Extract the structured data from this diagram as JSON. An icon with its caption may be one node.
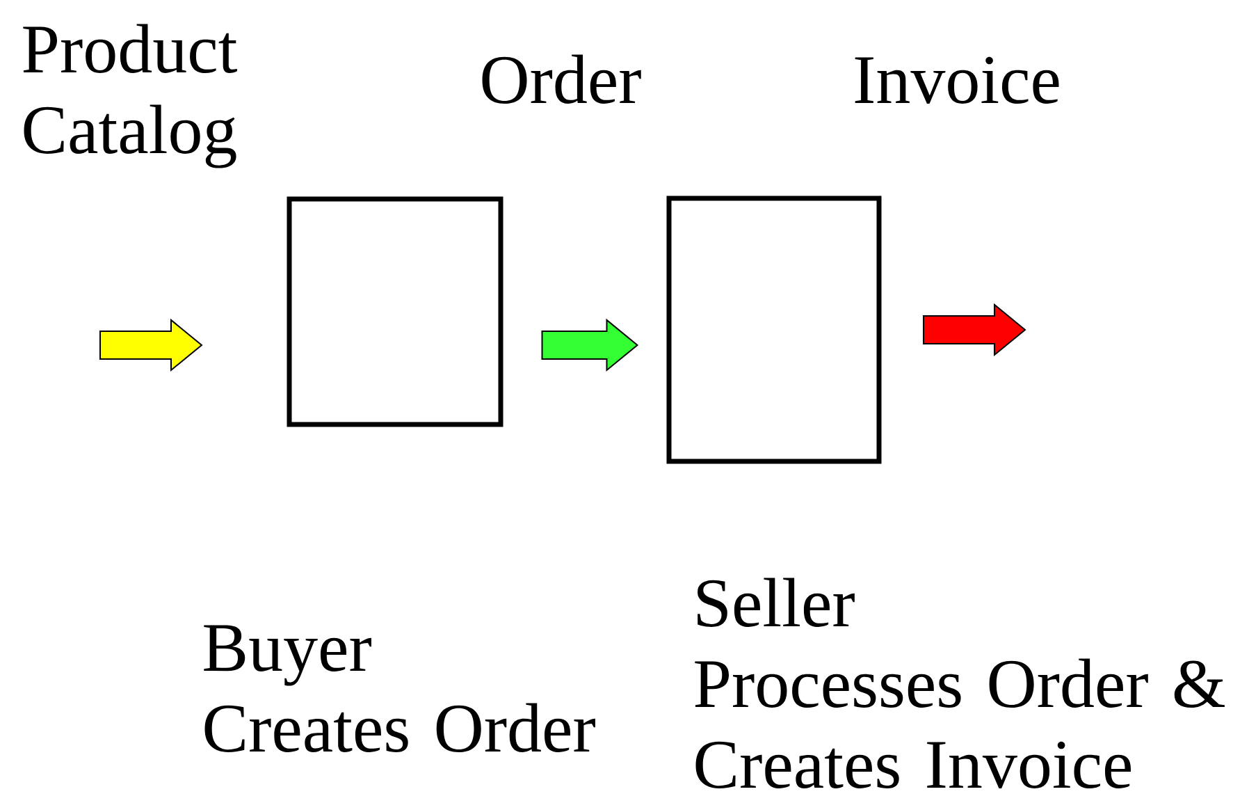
{
  "diagram": {
    "nodes": [
      {
        "text": [],
        "shape": "box",
        "beside": [
          "Buyer",
          "Creates Order"
        ]
      },
      {
        "text": [],
        "shape": "box",
        "beside": [
          "Seller",
          "Processes Order & Creates Invoice"
        ]
      }
    ],
    "edges": [
      {
        "from": 0,
        "to": 1,
        "arrow": "to",
        "label": "Order",
        "color": "#33ff33"
      }
    ],
    "labels": [
      "Product Catalog",
      "Invoice"
    ]
  }
}
